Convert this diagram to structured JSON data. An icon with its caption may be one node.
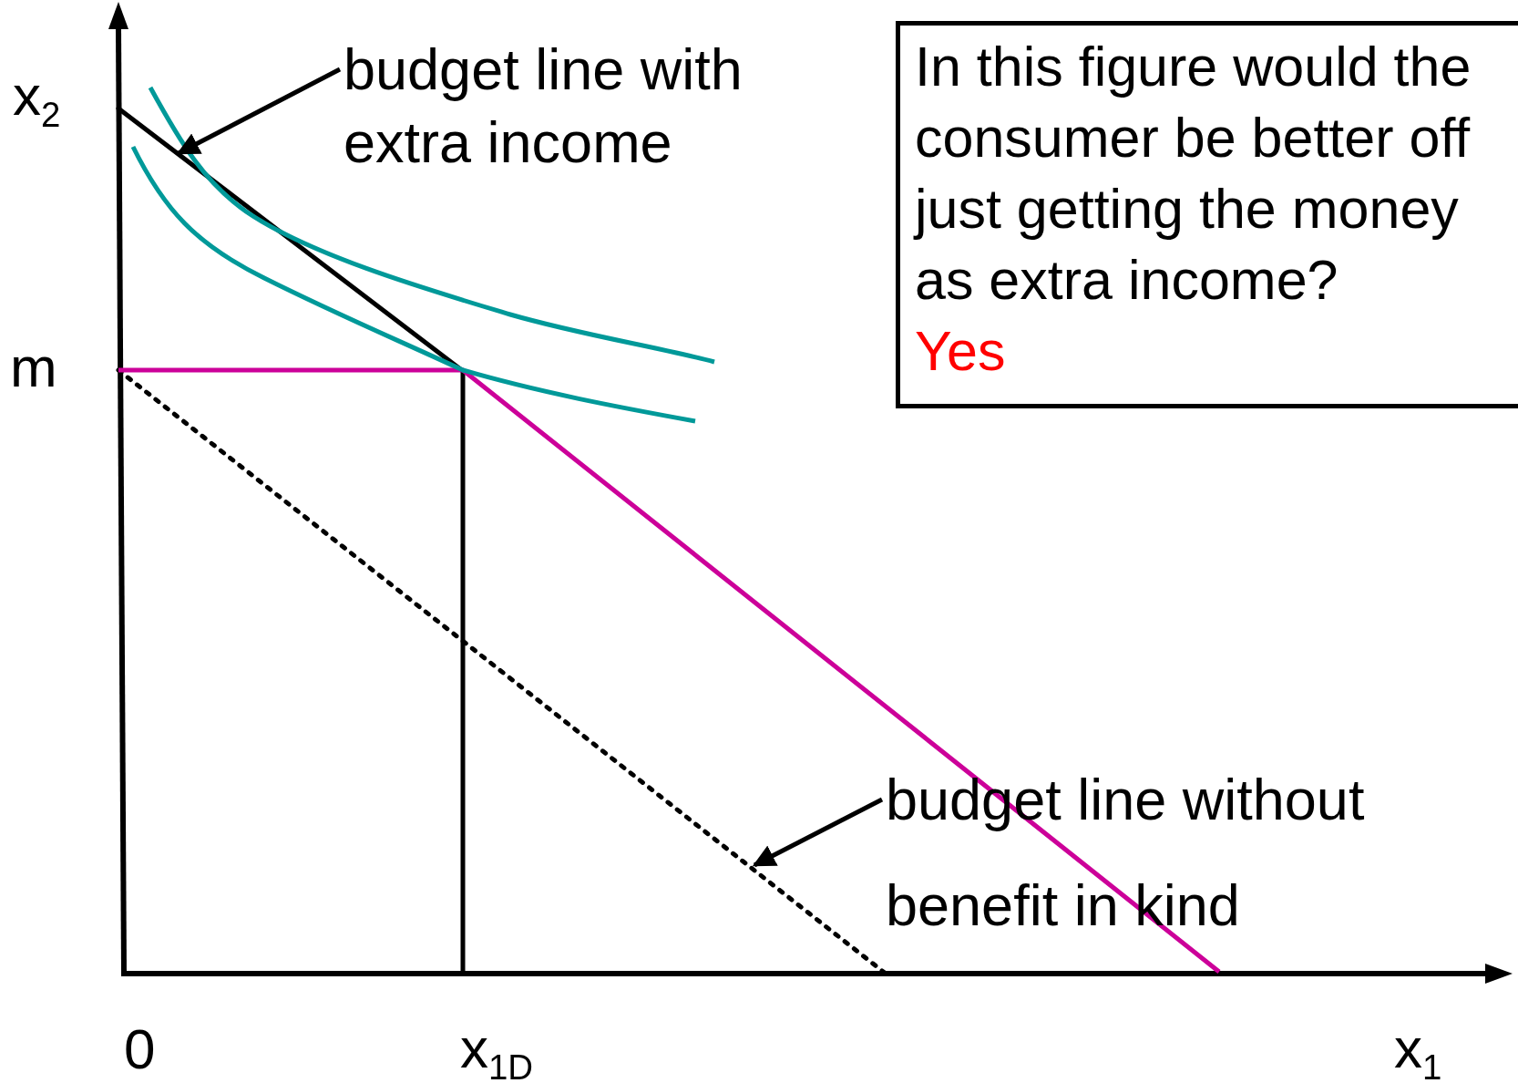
{
  "diagram": {
    "nodes": [
      {
        "text": [
          "budget line with extra income"
        ]
      },
      {
        "text": [
          "budget line without benefit in kind"
        ]
      },
      {
        "text": [
          "In this figure would the consumer be better off just getting the money as extra income?",
          "Yes"
        ]
      },
      {
        "text": [],
        "shape": "line"
      },
      {
        "text": [],
        "shape": "line"
      }
    ],
    "edges": [
      {
        "from": 0,
        "to": 3,
        "arrow": "to"
      },
      {
        "from": 1,
        "to": 4,
        "arrow": "to"
      }
    ],
    "labels": [
      "x$_{2}$",
      "m",
      "0",
      "x$_{1D}$",
      "x$_{1}$"
    ]
  }
}
